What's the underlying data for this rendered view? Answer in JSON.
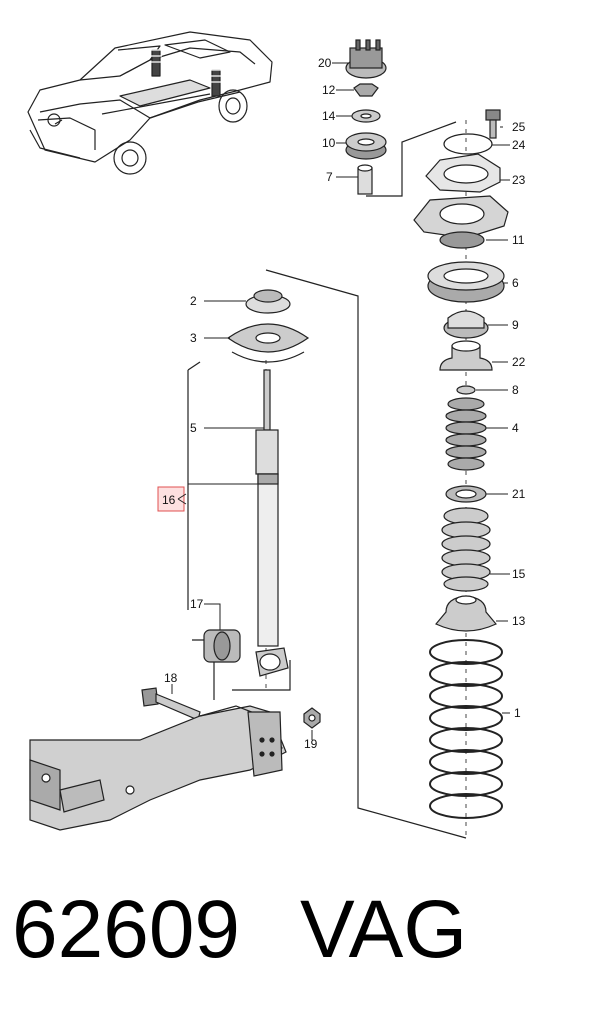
{
  "diagram": {
    "parts": [
      {
        "ref": "1"
      },
      {
        "ref": "2"
      },
      {
        "ref": "3"
      },
      {
        "ref": "4"
      },
      {
        "ref": "5"
      },
      {
        "ref": "6"
      },
      {
        "ref": "7"
      },
      {
        "ref": "8"
      },
      {
        "ref": "9"
      },
      {
        "ref": "10"
      },
      {
        "ref": "11"
      },
      {
        "ref": "12"
      },
      {
        "ref": "13"
      },
      {
        "ref": "14"
      },
      {
        "ref": "15"
      },
      {
        "ref": "16"
      },
      {
        "ref": "17"
      },
      {
        "ref": "18"
      },
      {
        "ref": "19"
      },
      {
        "ref": "20"
      },
      {
        "ref": "21"
      },
      {
        "ref": "22"
      },
      {
        "ref": "23"
      },
      {
        "ref": "24"
      },
      {
        "ref": "25"
      }
    ],
    "highlight_color": "#e05050"
  },
  "footer": {
    "part_number": "62609",
    "brand": "VAG"
  }
}
